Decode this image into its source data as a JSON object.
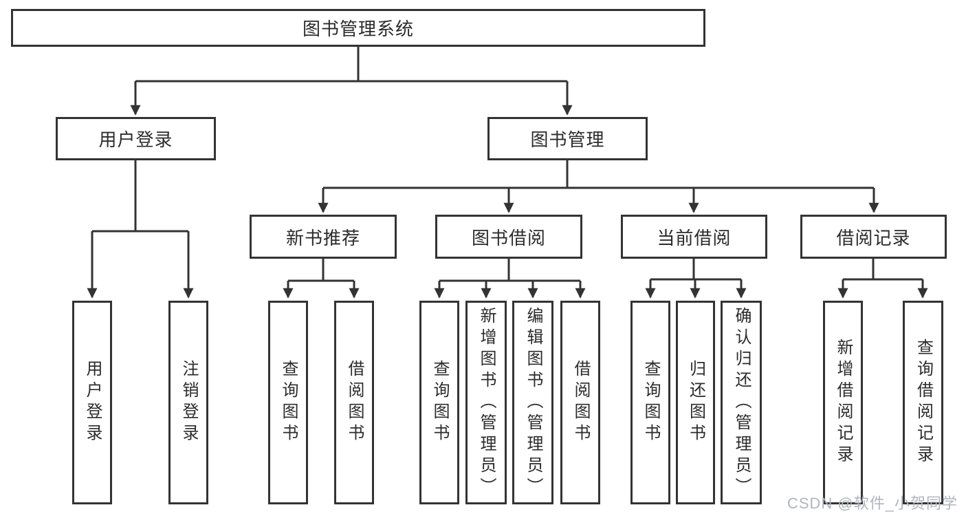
{
  "page": {
    "background": "#ffffff",
    "line_color": "#333333",
    "text_color": "#2b2b2b"
  },
  "nodes": {
    "root": "图书管理系统",
    "login_branch": "用户登录",
    "book_mgmt": "图书管理",
    "new_book_rec": "新书推荐",
    "book_borrow": "图书借阅",
    "current_borrow": "当前借阅",
    "borrow_record": "借阅记录",
    "leaf_user_login": "用户登录",
    "leaf_logout": "注销登录",
    "leaf_nbr_query_book": "查询图书",
    "leaf_nbr_borrow_book": "借阅图书",
    "leaf_bb_query_book": "查询图书",
    "leaf_bb_add_book_admin": "新增图书（管理员）",
    "leaf_bb_edit_book_admin": "编辑图书（管理员）",
    "leaf_bb_borrow_book": "借阅图书",
    "leaf_cb_query_book": "查询图书",
    "leaf_cb_return_book": "归还图书",
    "leaf_cb_confirm_return_admin": "确认归还（管理员）",
    "leaf_br_add_record": "新增借阅记录",
    "leaf_br_query_record": "查询借阅记录"
  },
  "watermark": {
    "text": "CSDN @软件_小贺同学",
    "color": "#b0b5bd"
  }
}
